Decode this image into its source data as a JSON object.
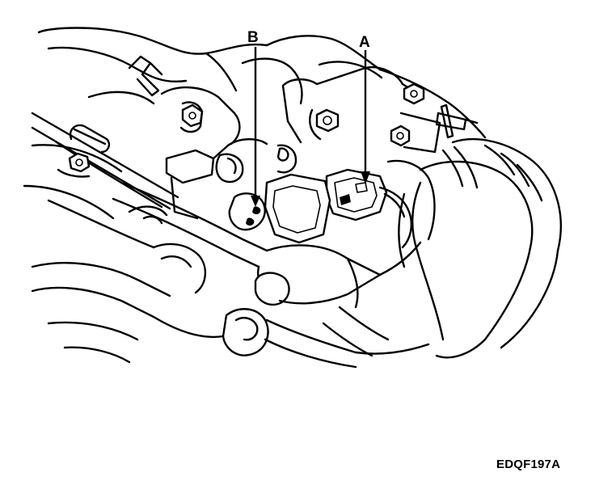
{
  "callouts": {
    "a": "A",
    "b": "B"
  },
  "figure_code": "EDQF197A"
}
